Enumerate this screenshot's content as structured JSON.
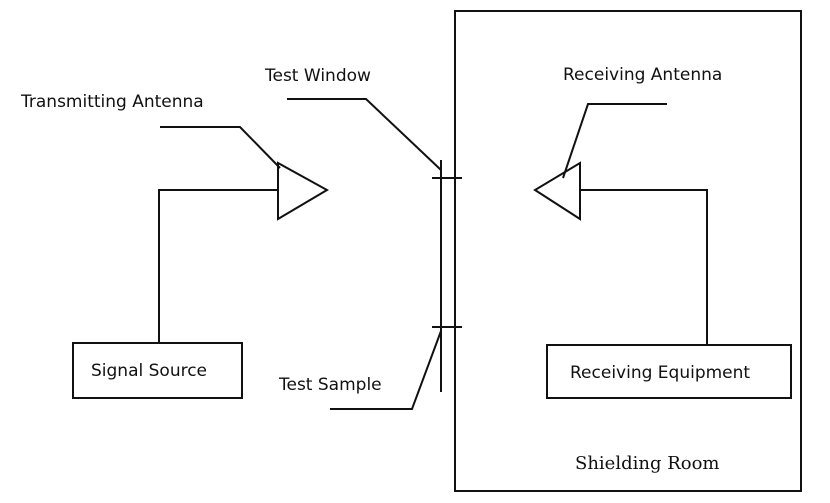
{
  "labels": {
    "transmitting_antenna": "Transmitting Antenna",
    "test_window": "Test Window",
    "receiving_antenna": "Receiving Antenna",
    "test_sample": "Test Sample",
    "signal_source": "Signal Source",
    "receiving_equipment": "Receiving Equipment",
    "shielding_room": "Shielding Room"
  },
  "colors": {
    "line": "#111111",
    "background": "#ffffff"
  }
}
